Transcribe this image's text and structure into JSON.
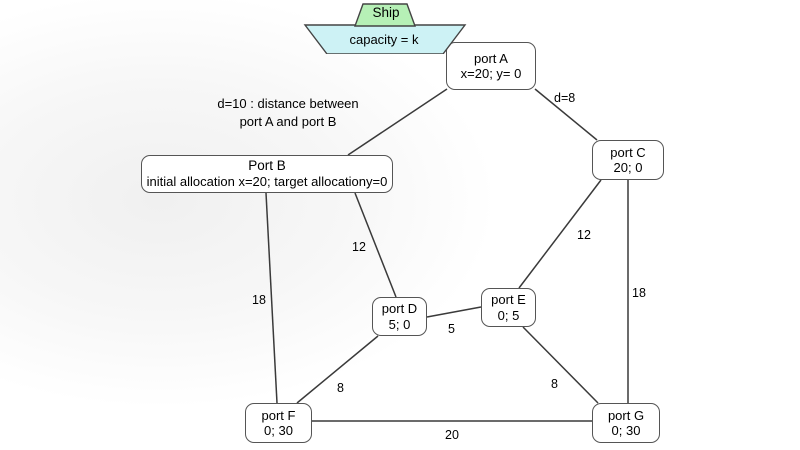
{
  "diagram": {
    "title_elements": {
      "ship_name": "Ship",
      "ship_capacity": "capacity = k"
    },
    "annotation": {
      "line1": "d=10 : distance between",
      "line2": "port A and port B"
    },
    "colors": {
      "ship_hull": "#cdf2f5",
      "ship_flag": "#b6f0b6",
      "node_border": "#555555",
      "edge_stroke": "#3a3a3a",
      "background": "#ffffff"
    },
    "nodes": [
      {
        "id": "A",
        "name": "port A",
        "values": "x=20; y= 0"
      },
      {
        "id": "B",
        "name": "Port B",
        "values": "initial allocation x=20; target allocationy=0"
      },
      {
        "id": "C",
        "name": "port C",
        "values": "20; 0"
      },
      {
        "id": "D",
        "name": "port D",
        "values": "5; 0"
      },
      {
        "id": "E",
        "name": "port E",
        "values": "0; 5"
      },
      {
        "id": "F",
        "name": "port F",
        "values": "0; 30"
      },
      {
        "id": "G",
        "name": "port G",
        "values": "0; 30"
      }
    ],
    "edges": [
      {
        "from": "A",
        "to": "B",
        "label": ""
      },
      {
        "from": "A",
        "to": "C",
        "label": "d=8"
      },
      {
        "from": "B",
        "to": "D",
        "label": "12"
      },
      {
        "from": "B",
        "to": "F",
        "label": "18"
      },
      {
        "from": "C",
        "to": "E",
        "label": "12"
      },
      {
        "from": "C",
        "to": "G",
        "label": "18"
      },
      {
        "from": "D",
        "to": "E",
        "label": "5"
      },
      {
        "from": "D",
        "to": "F",
        "label": "8"
      },
      {
        "from": "E",
        "to": "G",
        "label": "8"
      },
      {
        "from": "F",
        "to": "G",
        "label": "20"
      }
    ]
  }
}
